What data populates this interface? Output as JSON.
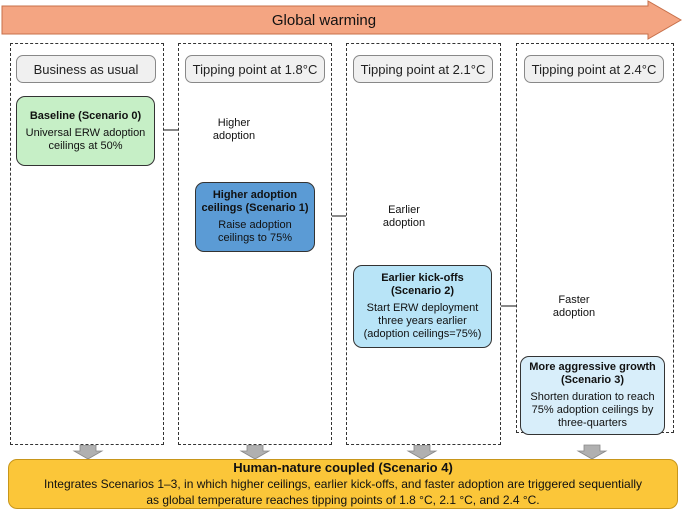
{
  "banner": {
    "label": "Global warming",
    "color": "#f4a582"
  },
  "columns": [
    {
      "header": "Business as usual"
    },
    {
      "header": "Tipping point at 1.8°C"
    },
    {
      "header": "Tipping point at 2.1°C"
    },
    {
      "header": "Tipping point at 2.4°C"
    }
  ],
  "scenarios": [
    {
      "title": "Baseline (Scenario 0)",
      "body": "Universal ERW adoption ceilings at 50%",
      "color": "#c6efc6"
    },
    {
      "title": "Higher adoption ceilings (Scenario 1)",
      "body": "Raise adoption ceilings to 75%",
      "color": "#5b9bd5"
    },
    {
      "title": "Earlier kick-offs (Scenario 2)",
      "body": "Start ERW deployment three years earlier (adoption ceilings=75%)",
      "color": "#b8e4f7"
    },
    {
      "title": "More aggressive growth (Scenario 3)",
      "body": "Shorten duration to reach 75% adoption ceilings by three-quarters",
      "color": "#d8eefa"
    }
  ],
  "triggers": [
    {
      "label": "Higher adoption",
      "color": "#f0c8ec"
    },
    {
      "label": "Earlier adoption",
      "color": "#f0c8ec"
    },
    {
      "label": "Faster adoption",
      "color": "#f0c8ec"
    }
  ],
  "coupled": {
    "title": "Human-nature coupled (Scenario 4)",
    "line1": "Integrates Scenarios 1–3, in which higher ceilings, earlier kick-offs, and faster adoption are triggered sequentially",
    "line2": "as global temperature reaches tipping points of 1.8 °C, 2.1 °C, and 2.4 °C.",
    "color": "#fbc639"
  }
}
